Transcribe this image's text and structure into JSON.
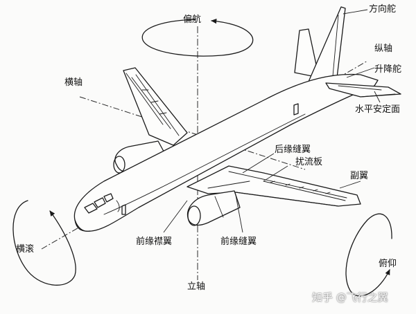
{
  "labels": {
    "yaw": "偏航",
    "rudder": "方向舵",
    "longitudinal_axis": "纵轴",
    "elevator": "升降舵",
    "horizontal_stabilizer": "水平安定面",
    "lateral_axis": "横轴",
    "trailing_edge_flap": "后缘缝翼",
    "spoiler": "扰流板",
    "aileron": "副翼",
    "roll": "横滚",
    "leading_edge_flap": "前缘襟翼",
    "leading_edge_slat": "前缘缝翼",
    "pitch": "俯仰",
    "vertical_axis": "立轴"
  },
  "watermark": "知乎 @飞行之翼",
  "colors": {
    "ink": "#1a1a1a",
    "background": "#fbfbfa"
  }
}
